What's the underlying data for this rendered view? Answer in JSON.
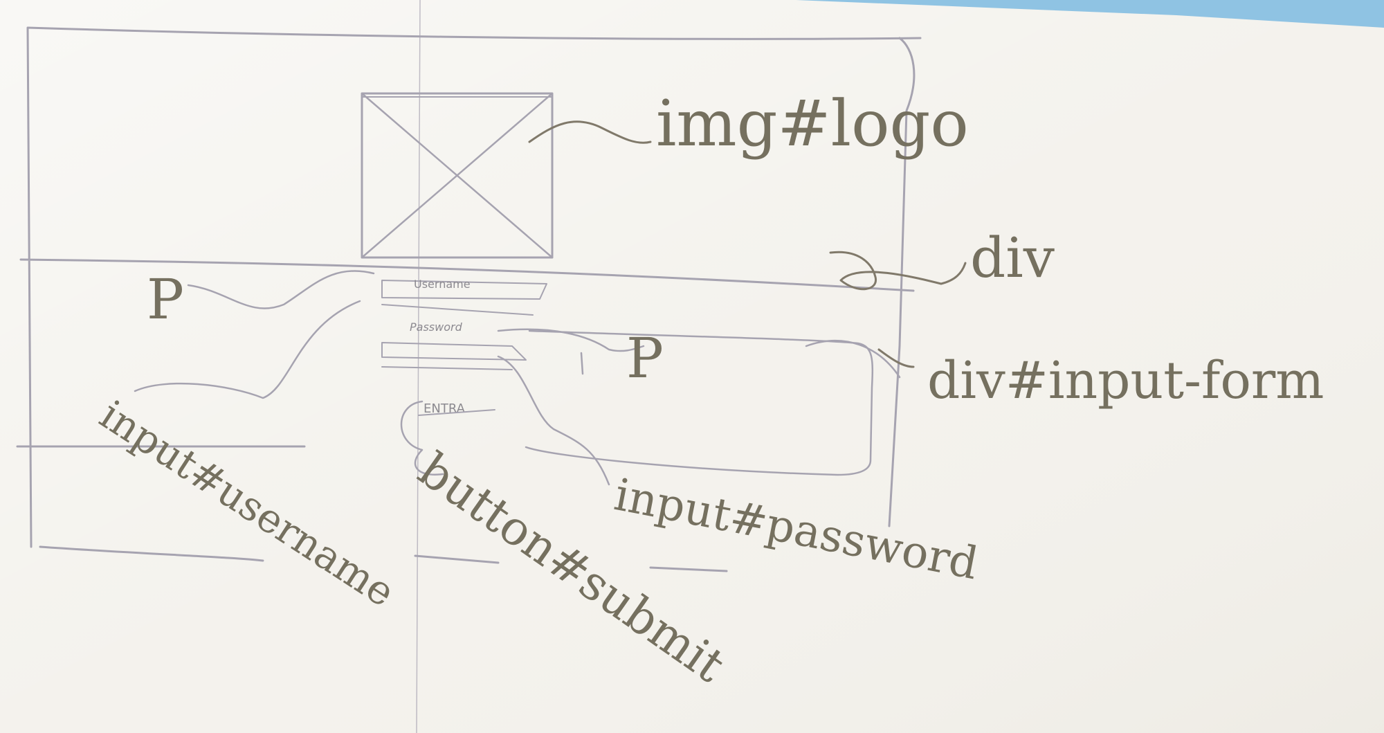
{
  "sketch": {
    "form_fields": {
      "username_placeholder": "Username",
      "password_placeholder": "Password",
      "submit_label": "ENTRA"
    },
    "annotations": {
      "logo": "img#logo",
      "div": "div",
      "input_form": "div#input-form",
      "p_left": "P",
      "p_right": "P",
      "input_username": "input#username",
      "button_submit": "button#submit",
      "input_password": "input#password"
    }
  },
  "colors": {
    "board": "#f3f1ec",
    "pencil": "#a6a3b0",
    "marker": "#75705f",
    "blue_edge": "#8fc3e3"
  }
}
